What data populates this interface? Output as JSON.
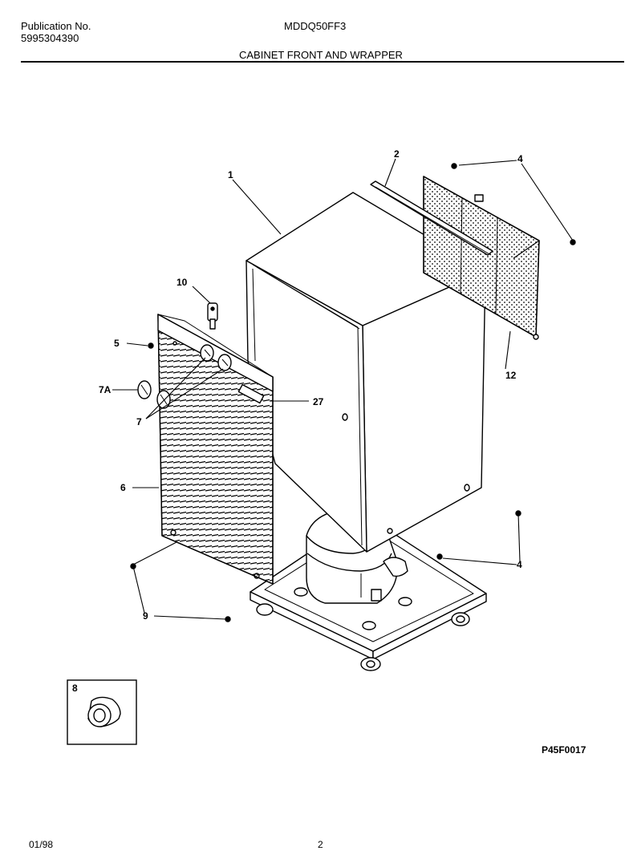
{
  "header": {
    "publication_label": "Publication No.",
    "publication_number": "5995304390",
    "model": "MDDQ50FF3",
    "title": "CABINET FRONT AND WRAPPER"
  },
  "callouts": {
    "c1": "1",
    "c2": "2",
    "c4a": "4",
    "c4b": "4",
    "c5": "5",
    "c6": "6",
    "c7a": "7A",
    "c7": "7",
    "c8": "8",
    "c9": "9",
    "c10": "10",
    "c12": "12",
    "c27": "27"
  },
  "inset": {
    "label": "8"
  },
  "figure_code": "P45F0017",
  "footer": {
    "date": "01/98",
    "page": "2"
  }
}
